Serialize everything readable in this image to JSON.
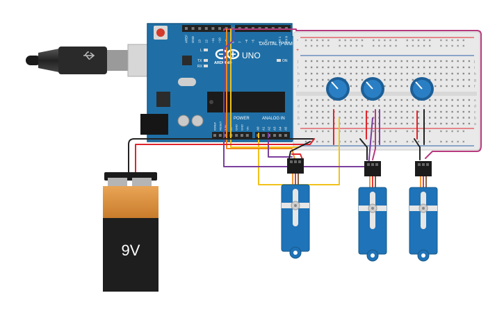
{
  "board": {
    "brand": "ARDUINO",
    "model": "UNO",
    "digital_header": "DIGITAL (PWM~)",
    "power_header": "POWER",
    "analog_header": "ANALOG IN",
    "on_label": "ON",
    "led_labels": [
      "L",
      "TX",
      "RX"
    ],
    "digital_pins": [
      "AREF",
      "GND",
      "13",
      "12",
      "~11",
      "~10",
      "~9",
      "8",
      "7",
      "~6",
      "~5",
      "4",
      "~3",
      "2",
      "TX 1",
      "RX 0"
    ],
    "power_pins": [
      "IOREF",
      "RESET",
      "3.3V",
      "5V",
      "GND",
      "GND",
      "Vin"
    ],
    "analog_pins": [
      "A0",
      "A1",
      "A2",
      "A3",
      "A4",
      "A5"
    ]
  },
  "battery": {
    "label": "9V"
  },
  "breadboard": {
    "row_letters_top": [
      "j",
      "i",
      "h",
      "g",
      "f"
    ],
    "row_letters_bottom": [
      "e",
      "d",
      "c",
      "b",
      "a"
    ],
    "rail_plus": "+",
    "rail_minus": "-",
    "columns": 30
  },
  "colors": {
    "board": "#1f6fa6",
    "board_edge": "#175a88",
    "wire_red": "#e0242b",
    "wire_black": "#222222",
    "wire_yellow": "#f2c21a",
    "wire_purple": "#7b3f9e",
    "wire_orange": "#f08a1c",
    "wire_magenta": "#b63a7d",
    "servo": "#1f73b8",
    "pot": "#2a7fc4"
  }
}
